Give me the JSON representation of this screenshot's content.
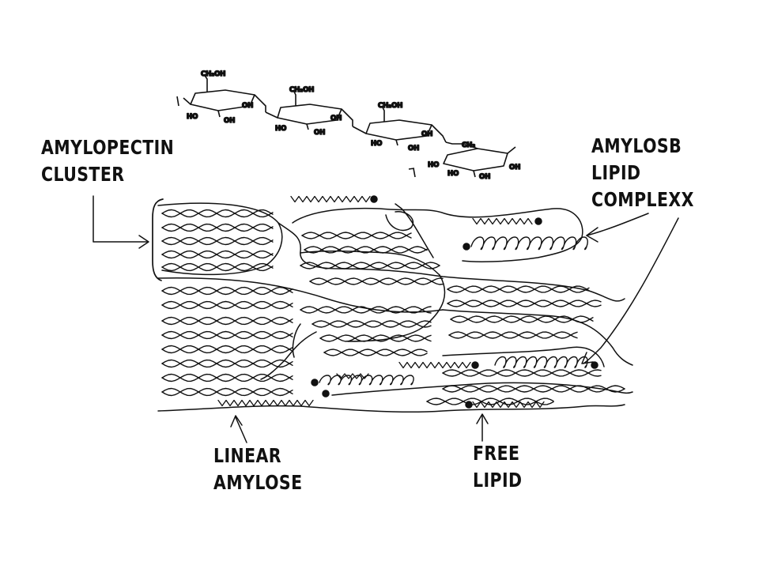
{
  "labels": {
    "amylopectin": [
      "AMYLOPECTIN",
      "CLUSTER"
    ],
    "complex": [
      "AMYLOSB",
      "LIPID",
      "COMPLEXX"
    ],
    "linear": [
      "LINEAR",
      "AMYLOSE"
    ],
    "free_lipid": [
      "FREE",
      "LIPID"
    ]
  },
  "glucose_units": [
    {
      "top": "CH₂OH",
      "ring_right": "OH",
      "left": "HO",
      "bottom": "OH"
    },
    {
      "top": "CH₂OH",
      "ring_right": "OH",
      "left": "HO",
      "bottom": "OH"
    },
    {
      "top": "CH₂OH",
      "ring_right": "OH",
      "left": "HO",
      "bottom": "OH"
    },
    {
      "top": "CH₂",
      "ring_right": "OH",
      "left": "HO",
      "bottom": "OH"
    }
  ],
  "ink_color": "#111111"
}
